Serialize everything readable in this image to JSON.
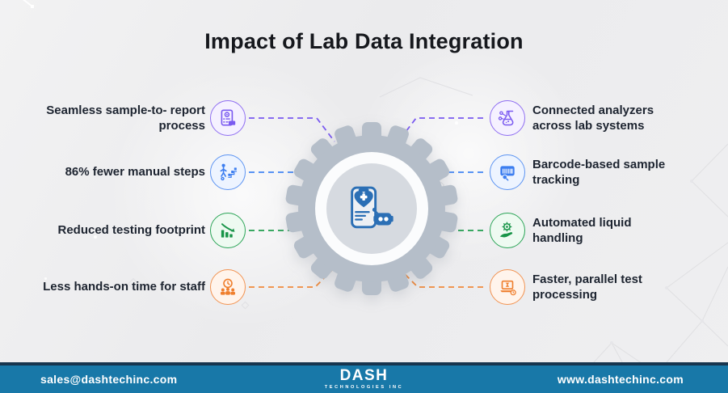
{
  "title": "Impact of Lab Data Integration",
  "diagram": {
    "center_icon": "health-app-with-ai-robot-inside-gear",
    "left_items": [
      {
        "label": "Seamless sample-to- report process",
        "icon": "sample-report-icon",
        "color": "#7a5af0"
      },
      {
        "label": "86% fewer manual steps",
        "icon": "manual-steps-icon",
        "color": "#4285f4"
      },
      {
        "label": "Reduced testing footprint",
        "icon": "declining-chart-icon",
        "color": "#1f9d4d"
      },
      {
        "label": "Less hands-on time for staff",
        "icon": "staff-clock-icon",
        "color": "#f08a3c"
      }
    ],
    "right_items": [
      {
        "label": "Connected analyzers across lab systems",
        "icon": "connected-flask-icon",
        "color": "#7a5af0"
      },
      {
        "label": "Barcode-based sample tracking",
        "icon": "barcode-tracking-icon",
        "color": "#4285f4"
      },
      {
        "label": "Automated liquid handling",
        "icon": "liquid-handling-icon",
        "color": "#1f9d4d"
      },
      {
        "label": "Faster, parallel test processing",
        "icon": "parallel-test-icon",
        "color": "#f08a3c"
      }
    ]
  },
  "footer": {
    "email": "sales@dashtechinc.com",
    "website": "www.dashtechinc.com",
    "logo_text": "DASH",
    "logo_subtext": "TECHNOLOGIES INC",
    "bar_color": "#1878a8"
  },
  "colors": {
    "background": "#ececee",
    "title_text": "#16181d",
    "label_text": "#1d2430",
    "gear_gray": "#b5bec9",
    "center_icon_blue": "#2b6fb5",
    "accent_purple": "#7a5af0",
    "accent_blue": "#4285f4",
    "accent_green": "#1f9d4d",
    "accent_orange": "#f08a3c"
  }
}
